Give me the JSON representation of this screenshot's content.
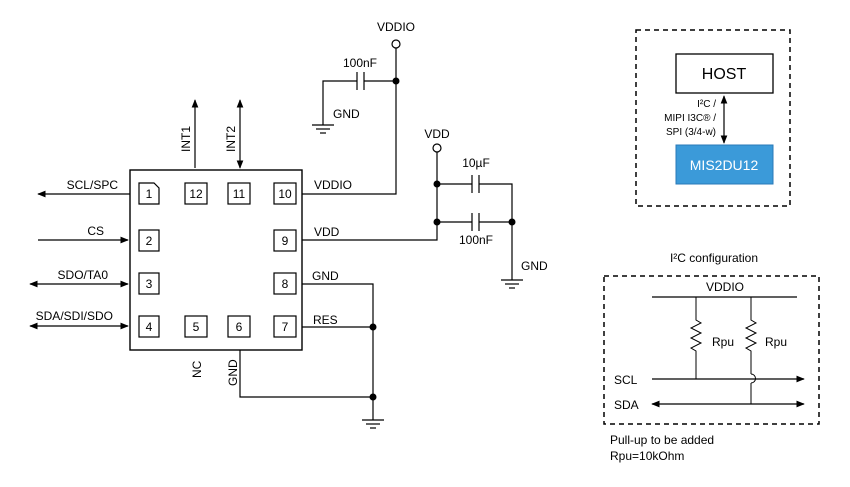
{
  "chip": {
    "pins": [
      "1",
      "2",
      "3",
      "4",
      "5",
      "6",
      "7",
      "8",
      "9",
      "10",
      "11",
      "12"
    ],
    "left_signals": [
      "SCL/SPC",
      "CS",
      "SDO/TA0",
      "SDA/SDI/SDO"
    ],
    "right_signals": [
      "VDDIO",
      "VDD",
      "GND",
      "RES"
    ],
    "top_signals": [
      "INT1",
      "INT2"
    ],
    "bottom_signals": [
      "NC",
      "GND"
    ]
  },
  "rails": {
    "vddio": "VDDIO",
    "vdd": "VDD",
    "gnd": "GND"
  },
  "caps": {
    "vddio_cap": "100nF",
    "vdd_cap_1": "10µF",
    "vdd_cap_2": "100nF"
  },
  "host_box": {
    "host": "HOST",
    "device": "MIS2DU12",
    "link_label": [
      "I²C /",
      "MIPI I3C® /",
      "SPI (3/4-w)"
    ],
    "device_color": "#3b9ad9"
  },
  "i2c_box": {
    "title": "I²C configuration",
    "rail": "VDDIO",
    "resistor": "Rpu",
    "scl": "SCL",
    "sda": "SDA",
    "note_1": "Pull-up to be added",
    "note_2": "Rpu=10kOhm"
  }
}
